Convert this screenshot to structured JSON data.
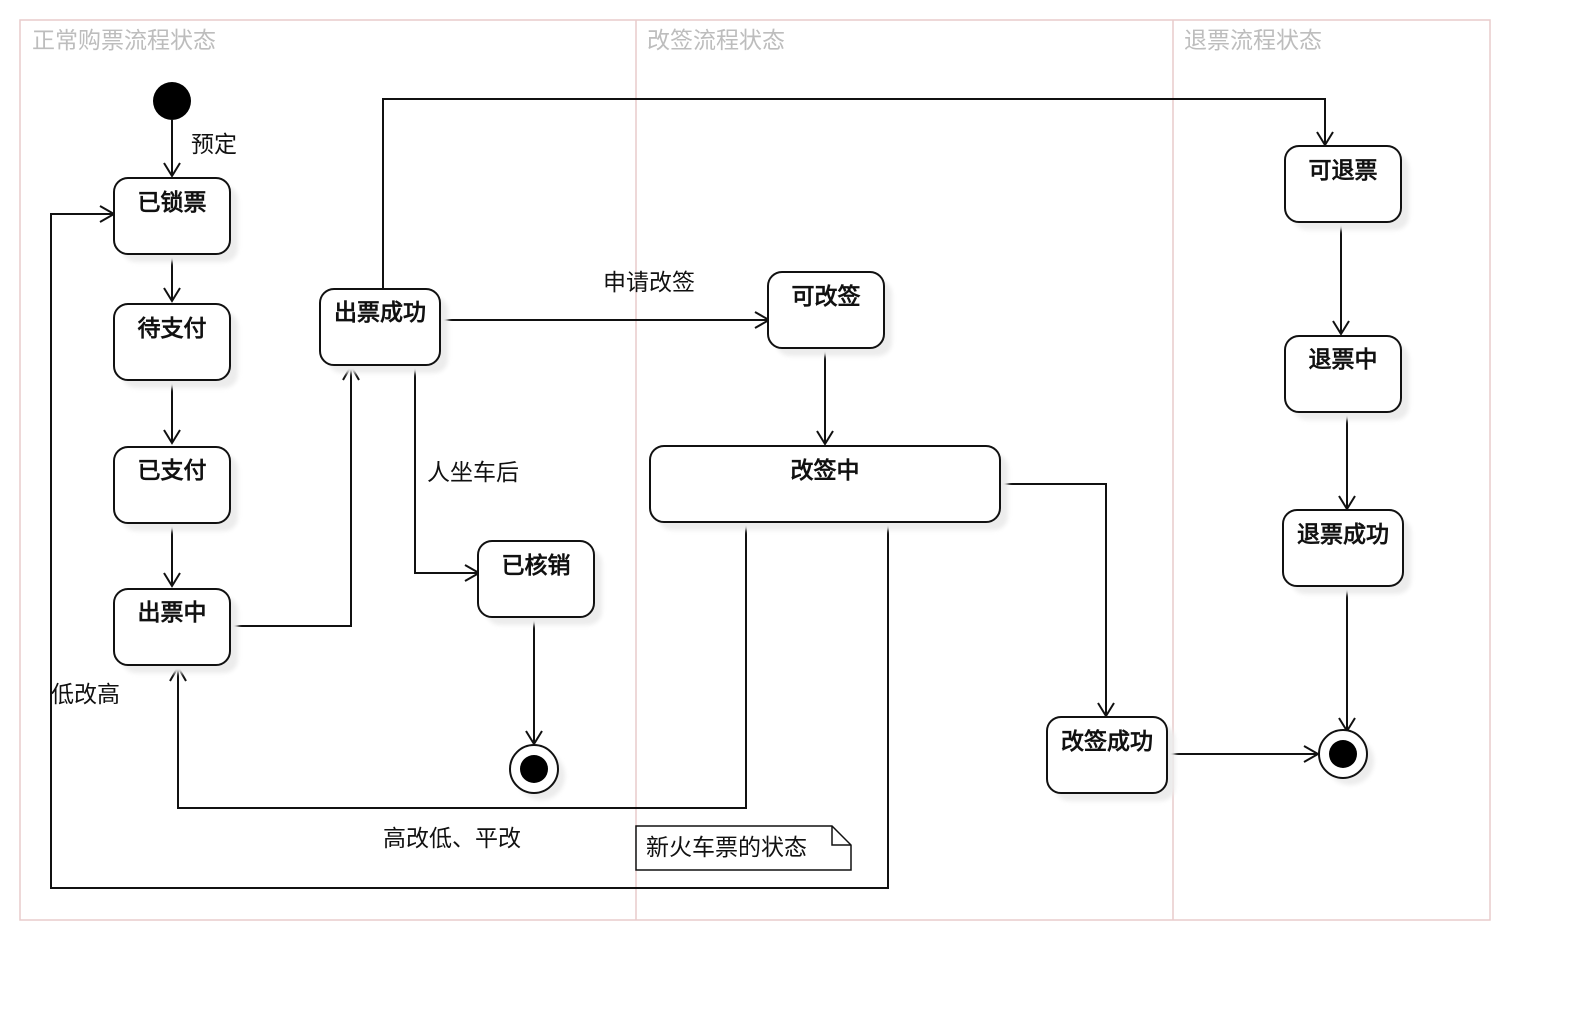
{
  "lanes": [
    {
      "id": "normal",
      "title": "正常购票流程状态"
    },
    {
      "id": "change",
      "title": "改签流程状态"
    },
    {
      "id": "refund",
      "title": "退票流程状态"
    }
  ],
  "states": {
    "locked": "已锁票",
    "pending_payment": "待支付",
    "paid": "已支付",
    "issuing": "出票中",
    "issued": "出票成功",
    "verified": "已核销",
    "changeable": "可改签",
    "changing": "改签中",
    "change_success": "改签成功",
    "refundable": "可退票",
    "refunding": "退票中",
    "refund_success": "退票成功"
  },
  "transitions": {
    "reserve": "预定",
    "apply_change": "申请改签",
    "boarded": "人坐车后",
    "low_to_high": "低改高",
    "high_to_low_or_same": "高改低、平改"
  },
  "note": "新火车票的状态",
  "colors": {
    "lane_border": "#e9cccc",
    "lane_title": "#bdbdbd",
    "stroke": "#111111",
    "shadow": "#ececec"
  }
}
